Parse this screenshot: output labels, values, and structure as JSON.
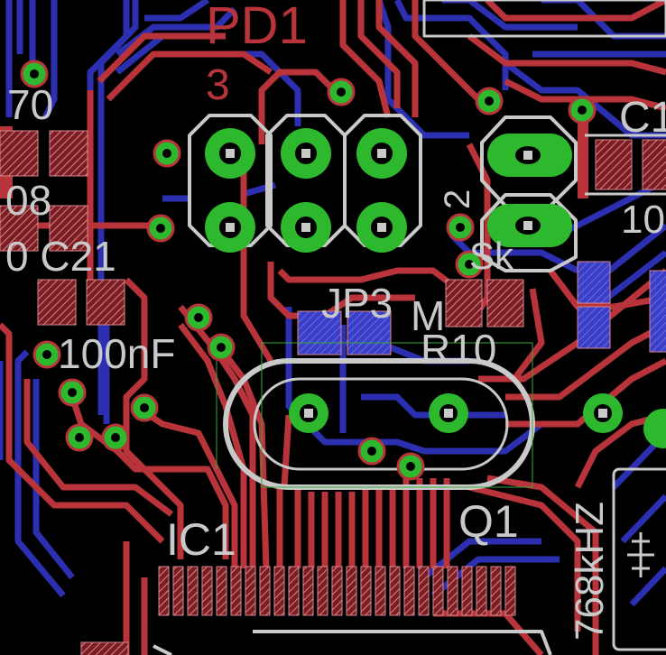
{
  "colors": {
    "background": "#000000",
    "top_copper": "#b8343a",
    "bottom_copper": "#2b2fb0",
    "via_ring": "#2eb82e",
    "silkscreen": "#c9c9c9",
    "pad_hatch": "#c04048"
  },
  "labels": {
    "pd1": "PD1",
    "pin3": "3",
    "r70": "70",
    "r08": "08",
    "c21": "0 C21",
    "c100n": "100nF",
    "jp": "JP3",
    "jp_m": "M",
    "r10": "R10",
    "sk": "Sk",
    "num2": "2",
    "c1x": "C1",
    "ten": "10",
    "ic1": "IC1",
    "q1": "Q1",
    "freq": "768kHZ"
  }
}
